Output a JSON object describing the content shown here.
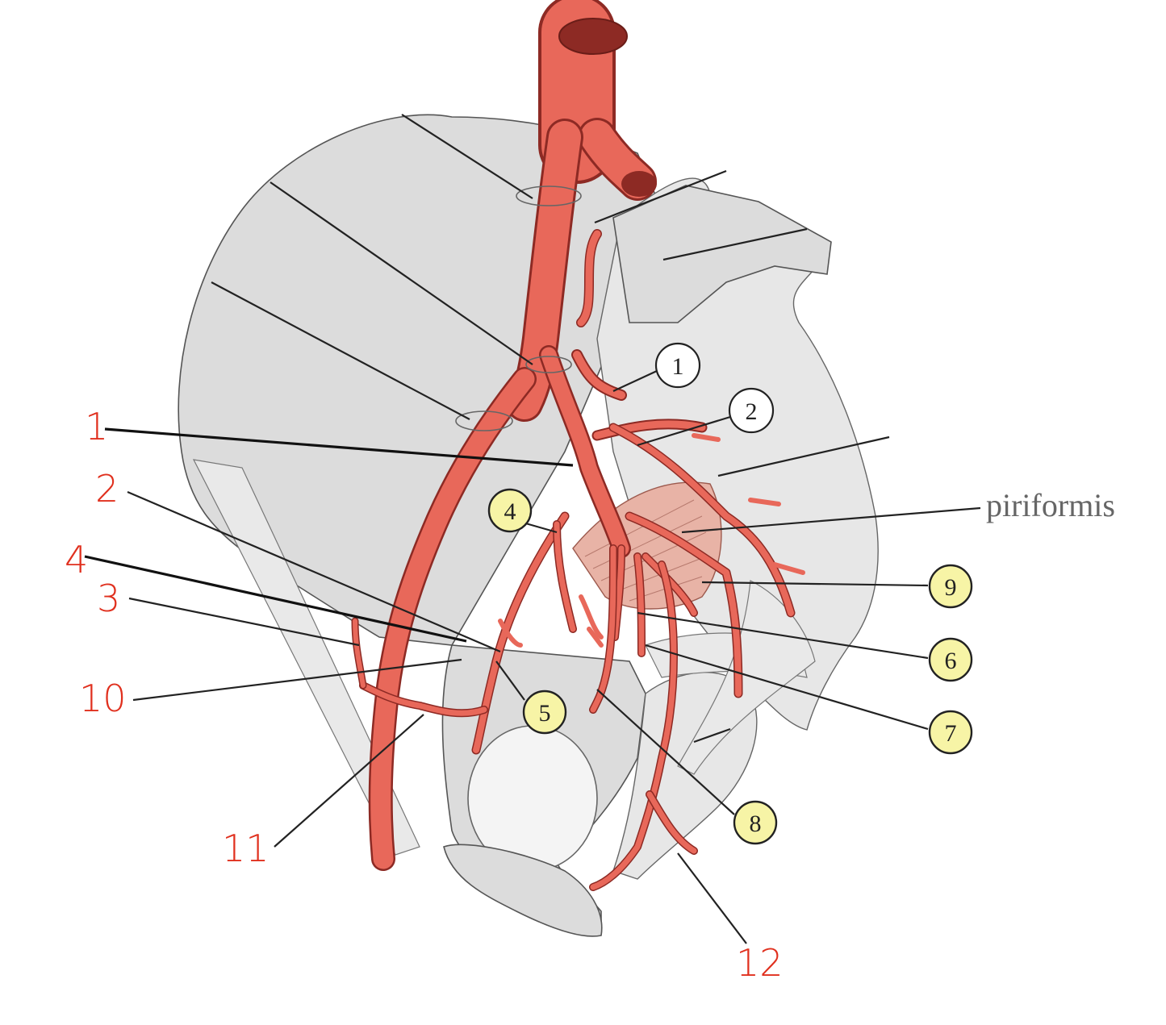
{
  "figure": {
    "word_label": "piriformis",
    "numbered_labels": [
      "1",
      "2",
      "3",
      "4",
      "10",
      "11",
      "12"
    ],
    "circled_white": [
      "1",
      "2"
    ],
    "circled_yellow": [
      "4",
      "5",
      "6",
      "7",
      "8",
      "9"
    ]
  },
  "colors": {
    "artery": "#e8685a",
    "artery_dark": "#8d2a24",
    "bone": "#dcdcdc",
    "handwritten_label": "#e0301e",
    "yellow_marker": "#f7f4a6",
    "piriformis_muscle": "#e8b3a6"
  }
}
